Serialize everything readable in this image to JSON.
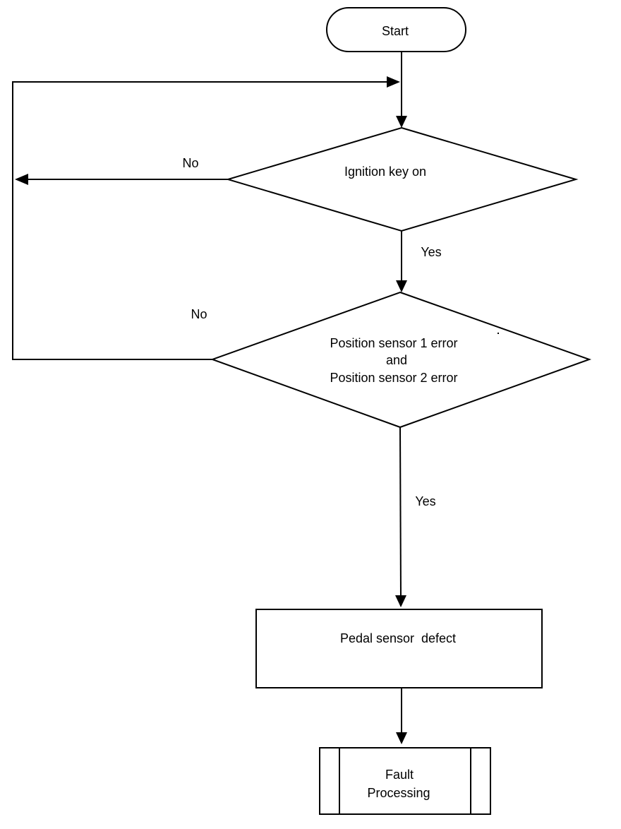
{
  "flowchart": {
    "nodes": {
      "start": {
        "label": "Start",
        "shape": "terminator"
      },
      "ignition_decision": {
        "label": "Ignition key on",
        "shape": "decision"
      },
      "sensor_decision": {
        "shape": "decision",
        "lines": [
          "Position sensor 1 error",
          "and",
          "Position sensor 2 error"
        ]
      },
      "defect_process": {
        "label": "Pedal sensor  defect",
        "shape": "process"
      },
      "fault_subprocess": {
        "shape": "predefined-process",
        "lines": [
          "Fault",
          "Processing"
        ]
      }
    },
    "edges": {
      "ignition_yes": "Yes",
      "ignition_no": "No",
      "sensor_yes": "Yes",
      "sensor_no": "No"
    },
    "colors": {
      "stroke": "#000000",
      "text": "#000000",
      "background": "#ffffff"
    }
  }
}
